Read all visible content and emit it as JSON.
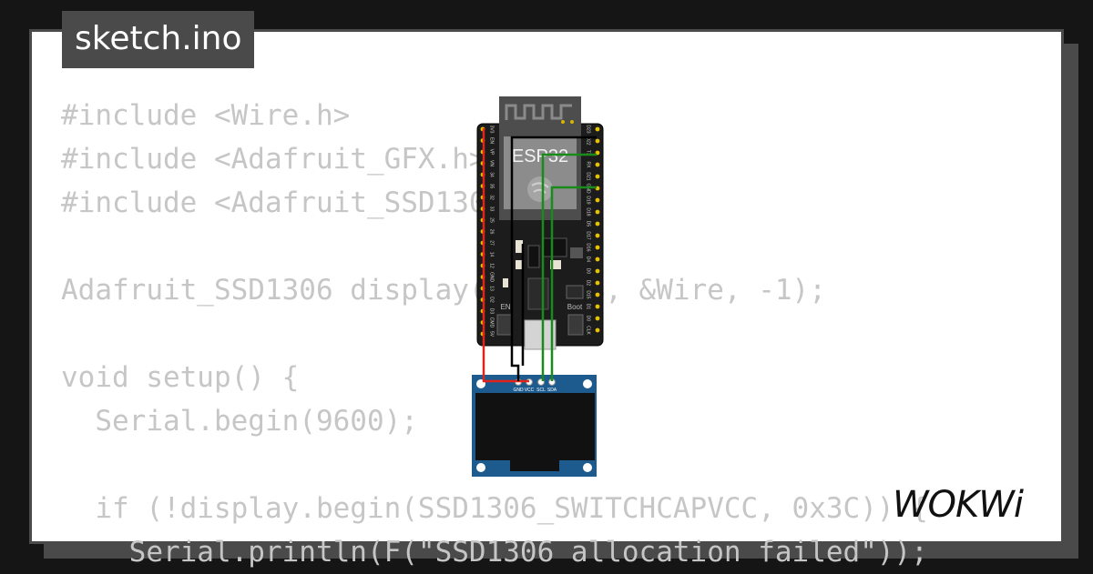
{
  "file_tab": {
    "label": "sketch.ino"
  },
  "code_lines": [
    "#include <Wire.h>",
    "#include <Adafruit_GFX.h>",
    "#include <Adafruit_SSD1306.h>",
    "",
    "Adafruit_SSD1306 display(128, 64, &Wire, -1);",
    "",
    "void setup() {",
    "  Serial.begin(9600);",
    "",
    "  if (!display.begin(SSD1306_SWITCHCAPVCC, 0x3C)) {",
    "    Serial.println(F(\"SSD1306 allocation failed\"));"
  ],
  "esp32": {
    "chip_label": "ESP32",
    "left_pins": [
      "3V3",
      "EN",
      "VP",
      "VN",
      "34",
      "35",
      "32",
      "33",
      "25",
      "26",
      "27",
      "14",
      "12",
      "GND",
      "13",
      "D2",
      "D3",
      "CMD",
      "5V"
    ],
    "right_pins": [
      "D23",
      "D22",
      "TX",
      "RX",
      "D21",
      "GND",
      "D19",
      "D18",
      "D5",
      "D17",
      "D16",
      "D4",
      "D0",
      "D2",
      "D15",
      "D1",
      "D0",
      "CLK"
    ],
    "en_label": "EN",
    "boot_label": "Boot"
  },
  "oled": {
    "pin_labels": [
      "GND",
      "VCC",
      "SCL",
      "SDA"
    ]
  },
  "wires": {
    "vcc_color": "#e2231a",
    "gnd_color": "#000000",
    "i2c_color": "#1a8a1a"
  },
  "logo": {
    "text": "WOKWi"
  }
}
